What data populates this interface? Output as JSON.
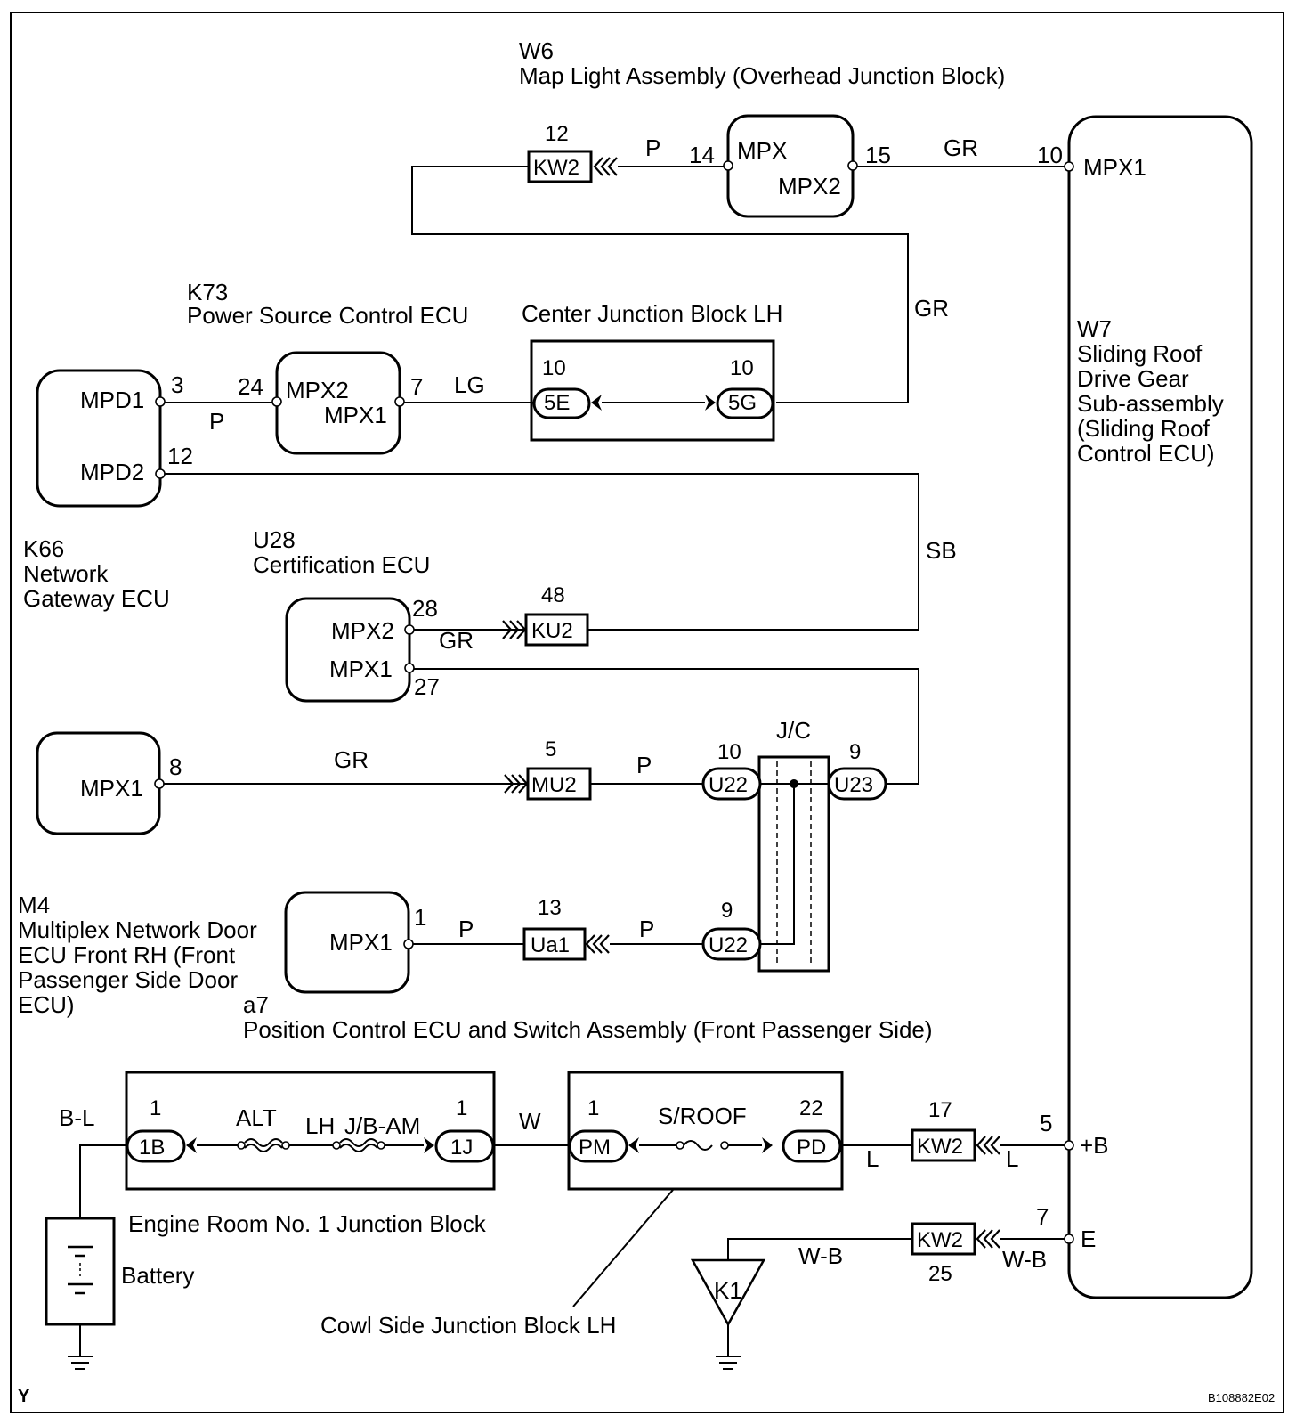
{
  "w6": {
    "code": "W6",
    "name": "Map Light Assembly (Overhead Junction Block)",
    "pin_mpx": "MPX",
    "pin_mpx2": "MPX2",
    "pin14": "14",
    "pin15": "15"
  },
  "w7": {
    "code": "W7",
    "name_lines": [
      "Sliding Roof",
      "Drive Gear",
      "Sub-assembly",
      "(Sliding Roof",
      "Control ECU)"
    ],
    "pin_mpx1": "MPX1",
    "pin10": "10",
    "pin_b": "+B",
    "pin5": "5",
    "pin_e": "E",
    "pin7": "7"
  },
  "k73": {
    "code": "K73",
    "name": "Power Source Control ECU",
    "mpx2": "MPX2",
    "mpx1": "MPX1",
    "pin24": "24",
    "pin7": "7"
  },
  "cjb": {
    "name": "Center Junction Block LH",
    "left_conn": "5E",
    "right_conn": "5G",
    "left_pin": "10",
    "right_pin": "10"
  },
  "k66": {
    "code": "K66",
    "name_lines": [
      "Network",
      "Gateway ECU"
    ],
    "mpd1": "MPD1",
    "mpd2": "MPD2",
    "mpx1": "MPX1",
    "pin3": "3",
    "pin12": "12",
    "pin8": "8"
  },
  "u28": {
    "code": "U28",
    "name": "Certification ECU",
    "mpx2": "MPX2",
    "mpx1": "MPX1",
    "pin28": "28",
    "pin27": "27"
  },
  "jc": {
    "label": "J/C",
    "u22": "U22",
    "u23": "U23",
    "pin10": "10",
    "pin9a": "9",
    "pin9b": "9"
  },
  "m4": {
    "code": "M4",
    "name_lines": [
      "Multiplex Network Door",
      "ECU Front RH (Front",
      "Passenger Side Door",
      "ECU)"
    ],
    "mpx1": "MPX1",
    "pin1": "1"
  },
  "a7": {
    "code": "a7",
    "name": "Position Control ECU and Switch Assembly (Front Passenger Side)"
  },
  "connectors": {
    "kw2_top": "KW2",
    "kw2_top_pin": "12",
    "ku2": "KU2",
    "ku2_pin": "48",
    "mu2": "MU2",
    "mu2_pin": "5",
    "ua1": "Ua1",
    "ua1_pin": "13",
    "kw2_b": "KW2",
    "kw2_b_pin": "17",
    "kw2_e": "KW2",
    "kw2_e_pin": "25"
  },
  "wires": {
    "p1": "P",
    "gr1": "GR",
    "gr2": "GR",
    "p2": "P",
    "lg": "LG",
    "sb": "SB",
    "gr3": "GR",
    "gr4": "GR",
    "p3": "P",
    "p4": "P",
    "p5": "P",
    "bl": "B-L",
    "w": "W",
    "l1": "L",
    "l2": "L",
    "wb1": "W-B",
    "wb2": "W-B"
  },
  "erjb": {
    "name": "Engine Room No. 1 Junction Block",
    "c1b": "1B",
    "c1j": "1J",
    "pin1b": "1",
    "pin1j": "1",
    "fuse1": "ALT",
    "fuse2_a": "LH",
    "fuse2_b": "J/B-AM"
  },
  "cowl": {
    "name": "Cowl Side Junction Block LH",
    "cpm": "PM",
    "cpd": "PD",
    "pin1": "1",
    "pin22": "22",
    "fuse": "S/ROOF"
  },
  "battery": {
    "label": "Battery"
  },
  "ground": {
    "label": "K1"
  },
  "footer": {
    "left": "Y",
    "right": "B108882E02"
  }
}
